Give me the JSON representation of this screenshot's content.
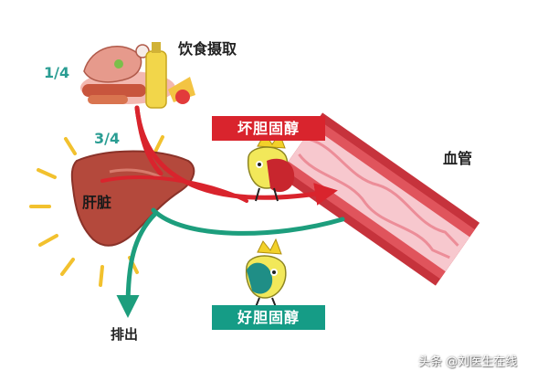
{
  "labels": {
    "food_intake": "饮食摄取",
    "fraction_quarter": "1/4",
    "fraction_three_quarters": "3/4",
    "liver": "肝脏",
    "blood_vessel": "血管",
    "bad_cholesterol": "坏胆固醇",
    "good_cholesterol": "好胆固醇",
    "excretion": "排出"
  },
  "watermark": "头条 @刘医生在线",
  "colors": {
    "bad_path": "#d9242d",
    "good_path": "#1d9e7d",
    "bad_badge": "#d9242d",
    "good_badge": "#159c86",
    "liver": "#b4493c",
    "vessel_wall": "#c6333c",
    "vessel_inner": "#f7c8ce",
    "sun_rays": "#f2c12e"
  }
}
